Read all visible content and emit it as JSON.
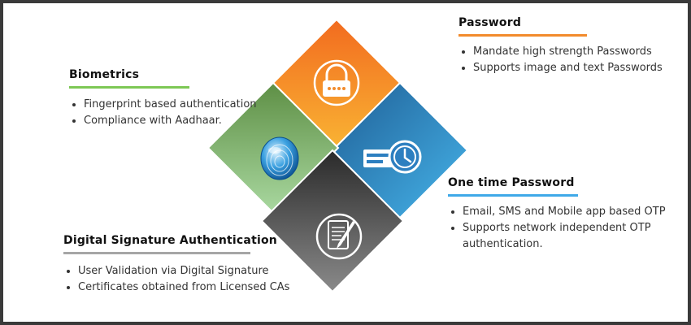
{
  "sections": {
    "password": {
      "title": "Password",
      "items": [
        "Mandate high strength Passwords",
        "Supports image and text Passwords"
      ],
      "color": "#f28b2c"
    },
    "biometrics": {
      "title": "Biometrics",
      "items": [
        "Fingerprint based authentication",
        "Compliance with Aadhaar."
      ],
      "color": "#7dc855"
    },
    "otp": {
      "title": "One time Password",
      "items": [
        "Email, SMS and Mobile app based OTP",
        "Supports network independent OTP authentication."
      ],
      "color": "#3fa9e8"
    },
    "digital_signature": {
      "title": "Digital Signature Authentication",
      "items": [
        "User Validation via Digital Signature",
        "Certificates obtained from Licensed CAs"
      ],
      "color": "#a6a6a6"
    }
  },
  "tiles": {
    "password": {
      "color_top": "#f26b1f",
      "color_bottom": "#f9b233",
      "icon": "lock-icon"
    },
    "otp": {
      "color_top": "#1f5f96",
      "color_bottom": "#46b4ea",
      "icon": "clock-device-icon"
    },
    "biometrics": {
      "color_top": "#5e8f45",
      "color_bottom": "#a9d8a0",
      "icon": "fingerprint-icon"
    },
    "digital_signature": {
      "color_top": "#2a2a2a",
      "color_bottom": "#8a8a8a",
      "icon": "signature-document-icon"
    }
  }
}
